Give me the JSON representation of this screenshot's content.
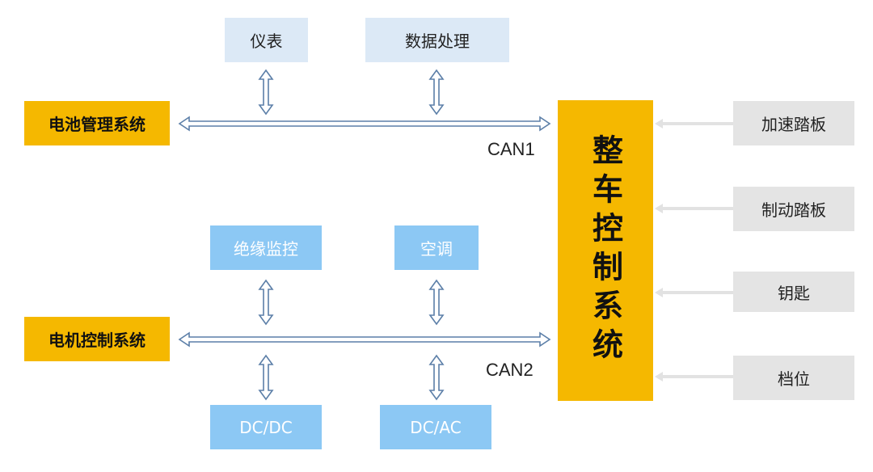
{
  "top_nodes": {
    "meter": "仪表",
    "data_processing": "数据处理"
  },
  "middle_nodes": {
    "insulation_monitor": "绝缘监控",
    "air_conditioning": "空调"
  },
  "bottom_nodes": {
    "dc_dc": "DC/DC",
    "dc_ac": "DC/AC"
  },
  "subsystems": {
    "battery_management": "电池管理系统",
    "motor_control": "电机控制系统"
  },
  "bus_labels": {
    "can1": "CAN1",
    "can2": "CAN2"
  },
  "vehicle_controller": "整车控制系统",
  "inputs": {
    "accelerator_pedal": "加速踏板",
    "brake_pedal": "制动踏板",
    "key": "钥匙",
    "gear": "档位"
  },
  "colors": {
    "subsystem_fill": "#f5b800",
    "top_node_fill": "#dce9f6",
    "bus_node_fill": "#8cc8f4",
    "input_node_fill": "#e4e4e4",
    "bus_arrow": "#5c7fa8",
    "input_arrow": "#e2e2e2"
  }
}
